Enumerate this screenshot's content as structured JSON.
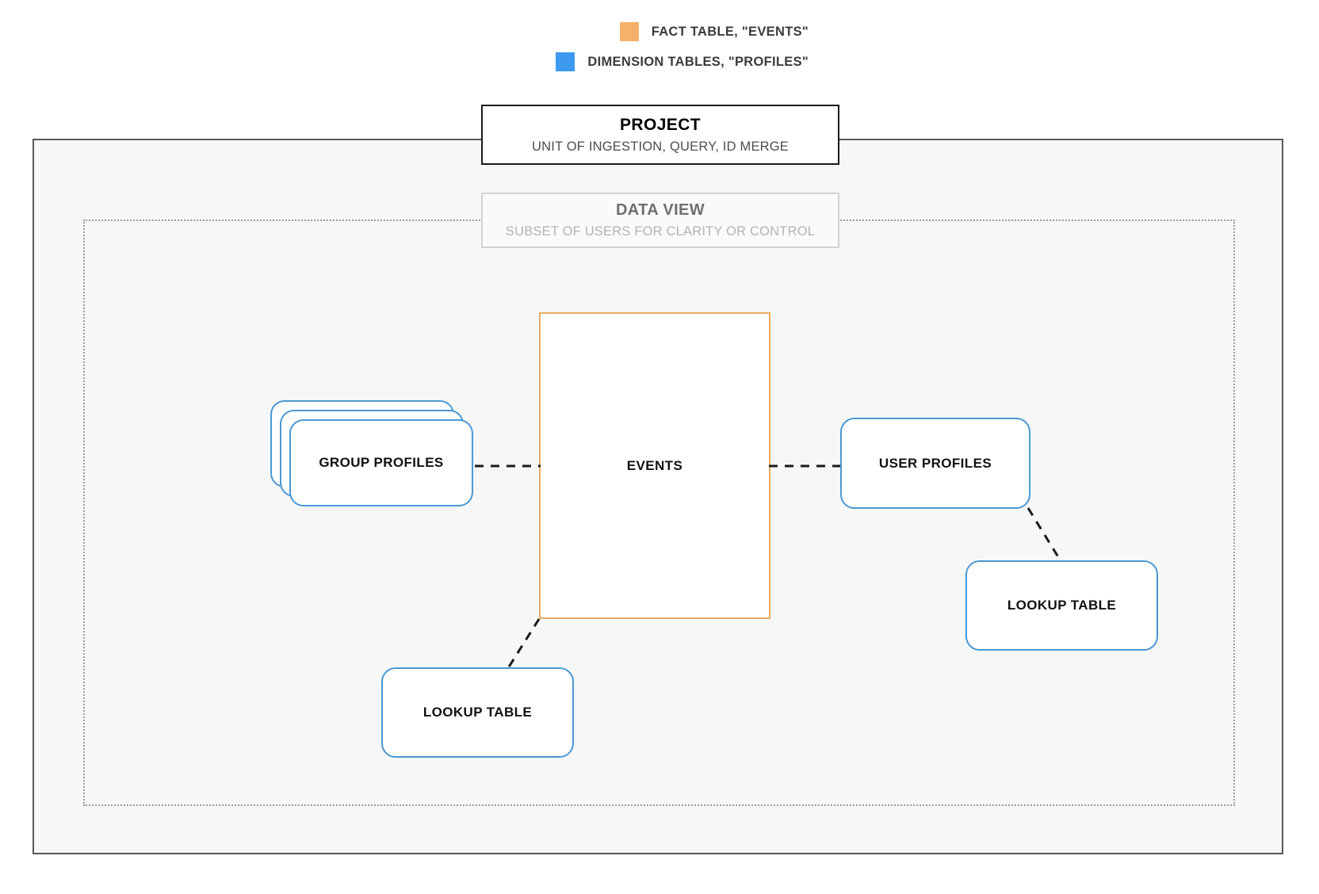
{
  "legend": {
    "items": [
      {
        "label": "FACT TABLE, \"EVENTS\"",
        "color": "#f5b167",
        "icon": "orange-square-swatch"
      },
      {
        "label": "DIMENSION TABLES, \"PROFILES\"",
        "color": "#3d9aef",
        "icon": "blue-square-swatch"
      }
    ]
  },
  "project": {
    "title": "PROJECT",
    "subtitle": "UNIT OF INGESTION, QUERY, ID MERGE",
    "border_color": "#1a1a1a"
  },
  "data_view": {
    "title": "DATA VIEW",
    "subtitle": "SUBSET OF USERS FOR CLARITY OR CONTROL",
    "border_color": "#d2d2d2"
  },
  "fact_table": {
    "label": "EVENTS",
    "border_color": "#e9ab63"
  },
  "dimension_tables": {
    "border_color": "#4a98d4",
    "group_profiles": {
      "label": "GROUP PROFILES",
      "stack_count": 3
    },
    "user_profiles": {
      "label": "USER PROFILES"
    },
    "lookup_table_left": {
      "label": "LOOKUP TABLE"
    },
    "lookup_table_right": {
      "label": "LOOKUP TABLE"
    }
  },
  "connectors": {
    "style": "dashed",
    "color": "#1a1a1a",
    "edges": [
      {
        "from": "GROUP PROFILES",
        "to": "EVENTS"
      },
      {
        "from": "EVENTS",
        "to": "USER PROFILES"
      },
      {
        "from": "EVENTS",
        "to": "LOOKUP TABLE"
      },
      {
        "from": "USER PROFILES",
        "to": "LOOKUP TABLE"
      }
    ]
  },
  "containers": {
    "outer_label": "PROJECT",
    "inner_label": "DATA VIEW",
    "outer_border_color": "#5a5a5e",
    "inner_border_color": "#9a9a9a",
    "background": "#f7f7f7"
  }
}
